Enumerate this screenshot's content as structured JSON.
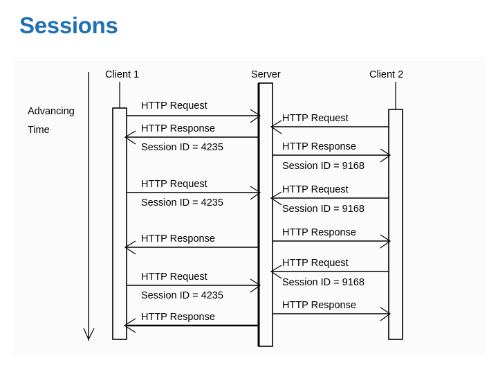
{
  "slide": {
    "title": "Sessions",
    "title_color": "#1f6fb4",
    "background": "#ffffff",
    "diagram_background": "#fbfbfb"
  },
  "diagram": {
    "type": "sequence-diagram",
    "time_axis": {
      "label_line1": "Advancing",
      "label_line2": "Time",
      "direction": "downward"
    },
    "lifelines": [
      {
        "id": "client1",
        "label": "Client 1"
      },
      {
        "id": "server",
        "label": "Server"
      },
      {
        "id": "client2",
        "label": "Client 2"
      }
    ],
    "left_messages": [
      {
        "index": 0,
        "label": "HTTP Request",
        "sub": "",
        "direction": "client1-to-server"
      },
      {
        "index": 1,
        "label": "HTTP Response",
        "sub": "Session ID = 4235",
        "direction": "server-to-client1"
      },
      {
        "index": 2,
        "label": "HTTP Request",
        "sub": "Session ID = 4235",
        "direction": "client1-to-server"
      },
      {
        "index": 3,
        "label": "HTTP Response",
        "sub": "",
        "direction": "server-to-client1"
      },
      {
        "index": 4,
        "label": "HTTP Request",
        "sub": "Session ID = 4235",
        "direction": "client1-to-server"
      },
      {
        "index": 5,
        "label": "HTTP Response",
        "sub": "",
        "direction": "server-to-client1"
      }
    ],
    "right_messages": [
      {
        "index": 0,
        "label": "HTTP Request",
        "sub": "",
        "direction": "client2-to-server"
      },
      {
        "index": 1,
        "label": "HTTP Response",
        "sub": "Session ID = 9168",
        "direction": "server-to-client2"
      },
      {
        "index": 2,
        "label": "HTTP Request",
        "sub": "Session ID = 9168",
        "direction": "client2-to-server"
      },
      {
        "index": 3,
        "label": "HTTP Response",
        "sub": "",
        "direction": "server-to-client2"
      },
      {
        "index": 4,
        "label": "HTTP Request",
        "sub": "Session ID = 9168",
        "direction": "client2-to-server"
      },
      {
        "index": 5,
        "label": "HTTP Response",
        "sub": "",
        "direction": "server-to-client2"
      }
    ]
  }
}
